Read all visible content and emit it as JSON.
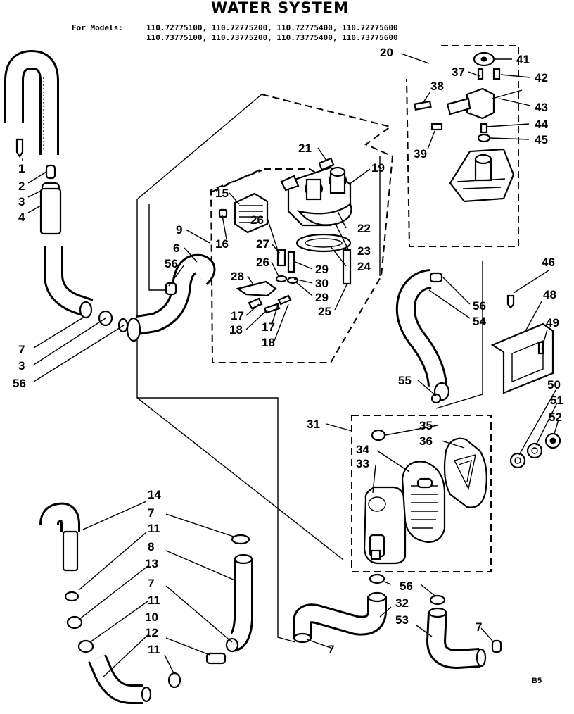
{
  "header": {
    "title": "WATER SYSTEM",
    "models_label": "For Models:",
    "models_line1": "110.72775100, 110.72775200, 110.72775400, 110.72775600",
    "models_line2": "110.73775100, 110.73775200, 110.73775400, 110.73775600"
  },
  "page_code": "B5",
  "callouts": [
    "1",
    "2",
    "3",
    "4",
    "3",
    "7",
    "56",
    "6",
    "56",
    "9",
    "15",
    "16",
    "26",
    "27",
    "26",
    "28",
    "17",
    "18",
    "17",
    "18",
    "29",
    "30",
    "29",
    "25",
    "22",
    "23",
    "24",
    "21",
    "19",
    "20",
    "37",
    "38",
    "39",
    "41",
    "42",
    "43",
    "44",
    "45",
    "46",
    "48",
    "49",
    "50",
    "51",
    "52",
    "56",
    "54",
    "55",
    "31",
    "35",
    "36",
    "34",
    "33",
    "14",
    "7",
    "11",
    "8",
    "13",
    "7",
    "11",
    "10",
    "12",
    "11",
    "56",
    "32",
    "53",
    "7",
    "7"
  ]
}
